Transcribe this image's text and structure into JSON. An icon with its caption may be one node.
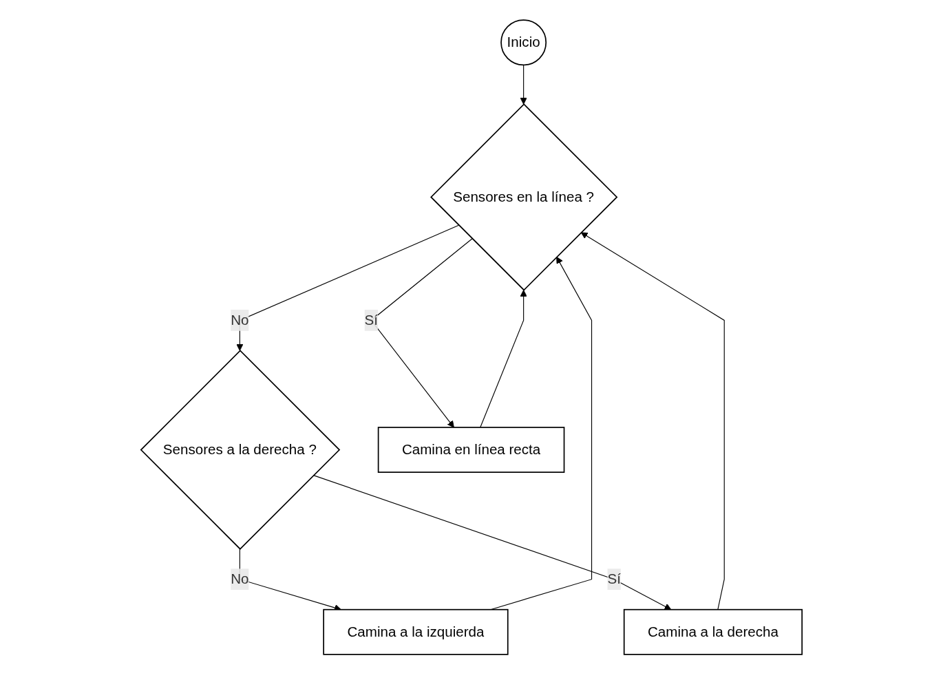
{
  "diagram": {
    "nodes": [
      {
        "text": [
          "Inicio"
        ]
      },
      {
        "text": [
          "Sensores en la línea ?"
        ]
      },
      {
        "text": [
          "Sensores a la derecha ?"
        ]
      },
      {
        "text": [
          "Camina a la izquierda"
        ]
      },
      {
        "text": [
          "Camina en línea recta"
        ]
      },
      {
        "text": [
          "Camina a la derecha"
        ]
      }
    ],
    "edges": [
      {
        "from": 0,
        "to": 1,
        "arrow": "to"
      },
      {
        "from": 1,
        "to": 2,
        "arrow": "to",
        "label": "No"
      },
      {
        "from": 2,
        "to": 3,
        "arrow": "to",
        "label": "No"
      },
      {
        "from": 1,
        "to": 4,
        "arrow": "to",
        "label": "Sí"
      },
      {
        "from": 2,
        "to": 5,
        "arrow": "to",
        "label": "Sí"
      },
      {
        "from": 4,
        "to": 1,
        "arrow": "to"
      },
      {
        "from": 5,
        "to": 1,
        "arrow": "to"
      },
      {
        "from": 3,
        "to": 1,
        "arrow": "to"
      }
    ]
  }
}
